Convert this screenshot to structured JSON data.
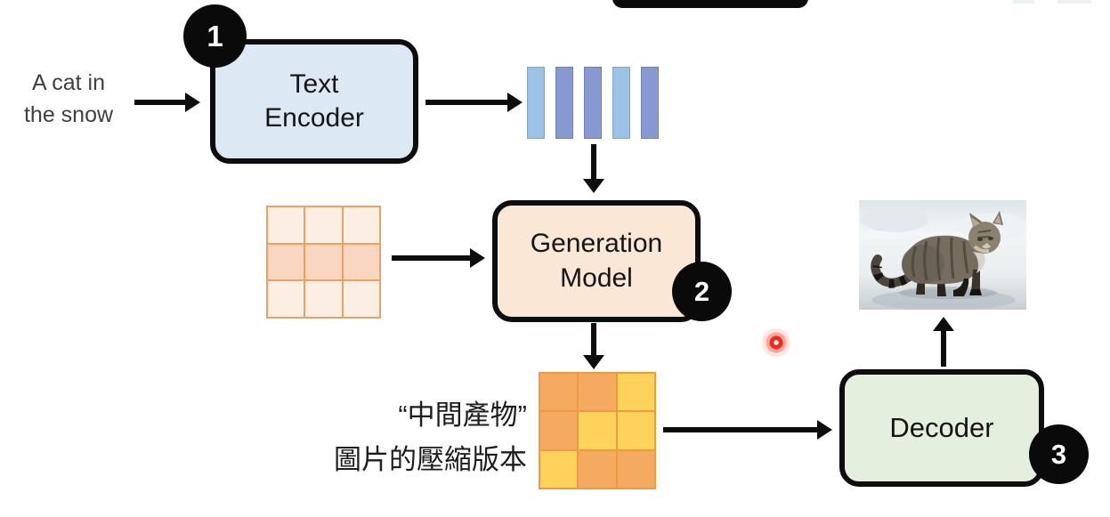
{
  "prompt": {
    "line1": "A cat in",
    "line2": "the snow"
  },
  "boxes": {
    "text_encoder": {
      "line1": "Text",
      "line2": "Encoder",
      "badge": "1",
      "fill": "#dce9f4"
    },
    "generation_model": {
      "line1": "Generation",
      "line2": "Model",
      "badge": "2",
      "fill": "#fbe7d6"
    },
    "decoder": {
      "label": "Decoder",
      "badge": "3",
      "fill": "#e5efdd"
    }
  },
  "caption": {
    "line1": "“中間產物”",
    "line2": "圖片的壓縮版本"
  },
  "embedding_bars": {
    "pattern": [
      "light",
      "dark",
      "dark",
      "light",
      "dark"
    ],
    "colors": {
      "light": "#9cc2e5",
      "dark": "#8799d2"
    },
    "borders": {
      "light": "#7aa6cf",
      "dark": "#6f81b8"
    }
  },
  "noise_grid": {
    "row_fills": [
      "#fdeee3",
      "#f8d6c2",
      "#fdeee3"
    ],
    "line_color": "#efa05c"
  },
  "latent_grid": {
    "cells": [
      [
        "orange",
        "orange",
        "yellow"
      ],
      [
        "orange",
        "yellow",
        "yellow"
      ],
      [
        "yellow",
        "orange",
        "orange"
      ]
    ],
    "palette": {
      "orange": "#f5aa61",
      "yellow": "#ffd25c"
    },
    "line_color": "#ef9a3f"
  },
  "laser_pointer": {
    "color": "#f3271d"
  },
  "badge_color": "#0a0a0a"
}
